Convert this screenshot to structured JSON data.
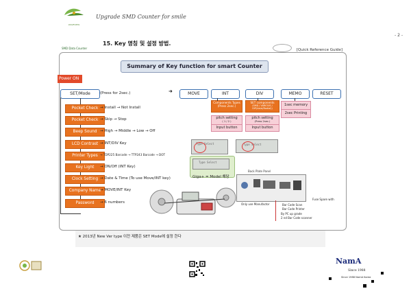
{
  "header": {
    "title": "Upgrade SMD Counter for smile",
    "logo_text": "WAVEVIEW"
  },
  "page_number": "- 2 -",
  "section_title": "15. Key 명칭 및 설정 방법.",
  "sub_logo_text": "SMD Data Counter",
  "quick_reference": "[Quick Reference Guide]",
  "banner_title": "Summary of Key function for smart Counter",
  "power_on": "Power ON",
  "set_mode": {
    "label": "SET/Mode",
    "note": "(Press for 2sec.)"
  },
  "top_keys": [
    "MOVE",
    "INT",
    "DIV",
    "MEMO",
    "RESET"
  ],
  "int_panel": {
    "title": "Components Types",
    "sub": "(Press 2sec.)",
    "pitch": "pitch setting",
    "pitch_sub": "( 1 / 2 )",
    "input": "Input button"
  },
  "div_panel": {
    "title": "SET components",
    "sub": "(SMD / VARIOUS / DIP(Axial/Radial))",
    "pitch": "pitch setting",
    "pitch_sub": "(Press 2sec.)",
    "input": "Input button"
  },
  "memo_panel": {
    "item1": "1sec memory",
    "item2": "2sec Printing"
  },
  "menu_items": [
    {
      "label": "Pocket Check",
      "desc": "→ Install → Not Install"
    },
    {
      "label": "Pocket Check",
      "desc": "→ Skip   →  Stop"
    },
    {
      "label": "Beep Sound",
      "desc": "→ High → Middle  →  Low  →  Off"
    },
    {
      "label": "LCD Contrast",
      "desc": "→ INT/DIV Key"
    },
    {
      "label": "Printer Types",
      "desc": "→ TDP225 Barcode → TTP243 Barcode → DOT"
    },
    {
      "label": "Key Light",
      "desc": "→ ON/Off (INT Key)"
    },
    {
      "label": "Clock Setting",
      "desc": "→ Date & Time (To use Move/INT key)"
    },
    {
      "label": "Company Name",
      "desc": "→ MOVE/INT Key"
    },
    {
      "label": "Password",
      "desc": "→ 6 numbers"
    }
  ],
  "lcd_text": {
    "a": "Type Select",
    "b": "Type Select",
    "c": "Type Select"
  },
  "giga_label": "Giga+  = Model 해당",
  "back_panel": {
    "title": "Back Plate Panel",
    "labels": [
      "Only use Manufactor",
      "Bar Code Scan",
      "Bar Code Printer",
      "By PC up grade",
      "2 nd Bar Code scanner",
      "Fuse Spare with"
    ]
  },
  "note": "★ 2013년 New Ver type 이전 제품은 SET Mode에 설정 한다",
  "footer": {
    "brand": "NamA",
    "since": "Since 1988",
    "since_small": "Since 1988 NamA Korea"
  }
}
